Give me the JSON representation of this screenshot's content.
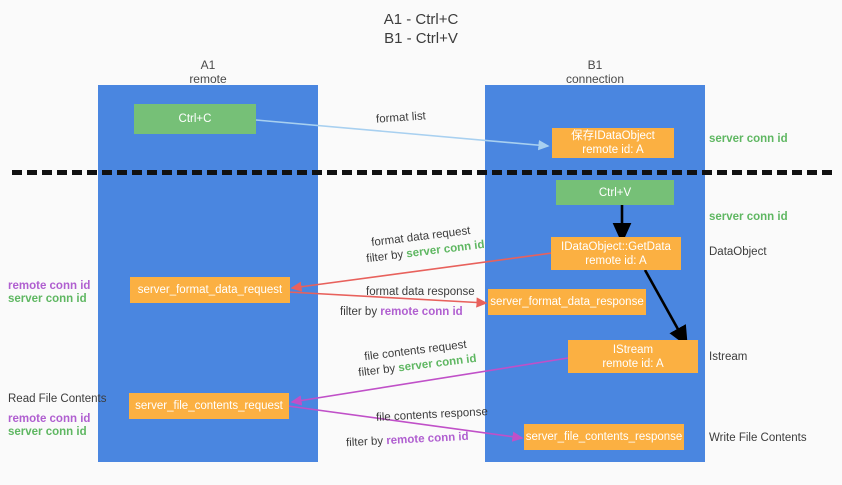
{
  "title": "A1 - Ctrl+C\nB1 - Ctrl+V",
  "columns": [
    {
      "name": "A1",
      "sub": "remote",
      "heading": "A1\nremote"
    },
    {
      "name": "B1",
      "sub": "connection",
      "heading": "B1\nconnection"
    }
  ],
  "boxes": {
    "ctrl_c": "Ctrl+C",
    "ctrl_v": "Ctrl+V",
    "save_idataobject": "保存IDataObject\nremote id: A",
    "getdata": "IDataObject::GetData\nremote id: A",
    "istream": "IStream\nremote id: A",
    "server_format_data_request": "server_format_data_request",
    "server_format_data_response": "server_format_data_response",
    "server_file_contents_request": "server_file_contents_request",
    "server_file_contents_response": "server_file_contents_response"
  },
  "right_labels": {
    "server_conn_id_1": "server conn id",
    "server_conn_id_2": "server conn id",
    "data_object": "DataObject",
    "istream": "Istream",
    "write_file_contents": "Write File Contents"
  },
  "left_labels": {
    "remote_conn_id_1": "remote conn id",
    "server_conn_id_1": "server conn id",
    "read_file_contents": "Read File Contents",
    "remote_conn_id_2": "remote conn id",
    "server_conn_id_2": "server conn id"
  },
  "flow_labels": {
    "format_list": "format list",
    "format_data_request": "format data request",
    "filter_by": "filter by ",
    "server_conn_id": "server conn id",
    "remote_conn_id": "remote conn id",
    "format_data_response": "format data response",
    "file_contents_request": "file contents request",
    "file_contents_response": "file contents response"
  },
  "colors": {
    "lane": "#4a86e0",
    "green_box": "#76c077",
    "orange_box": "#fbb042",
    "green_text": "#5fb762",
    "purple_text": "#b05fd0",
    "red_arrow": "#e8615c",
    "blue_arrow": "#a8d0f0",
    "magenta_arrow": "#c050c8",
    "black_arrow": "#000000"
  }
}
